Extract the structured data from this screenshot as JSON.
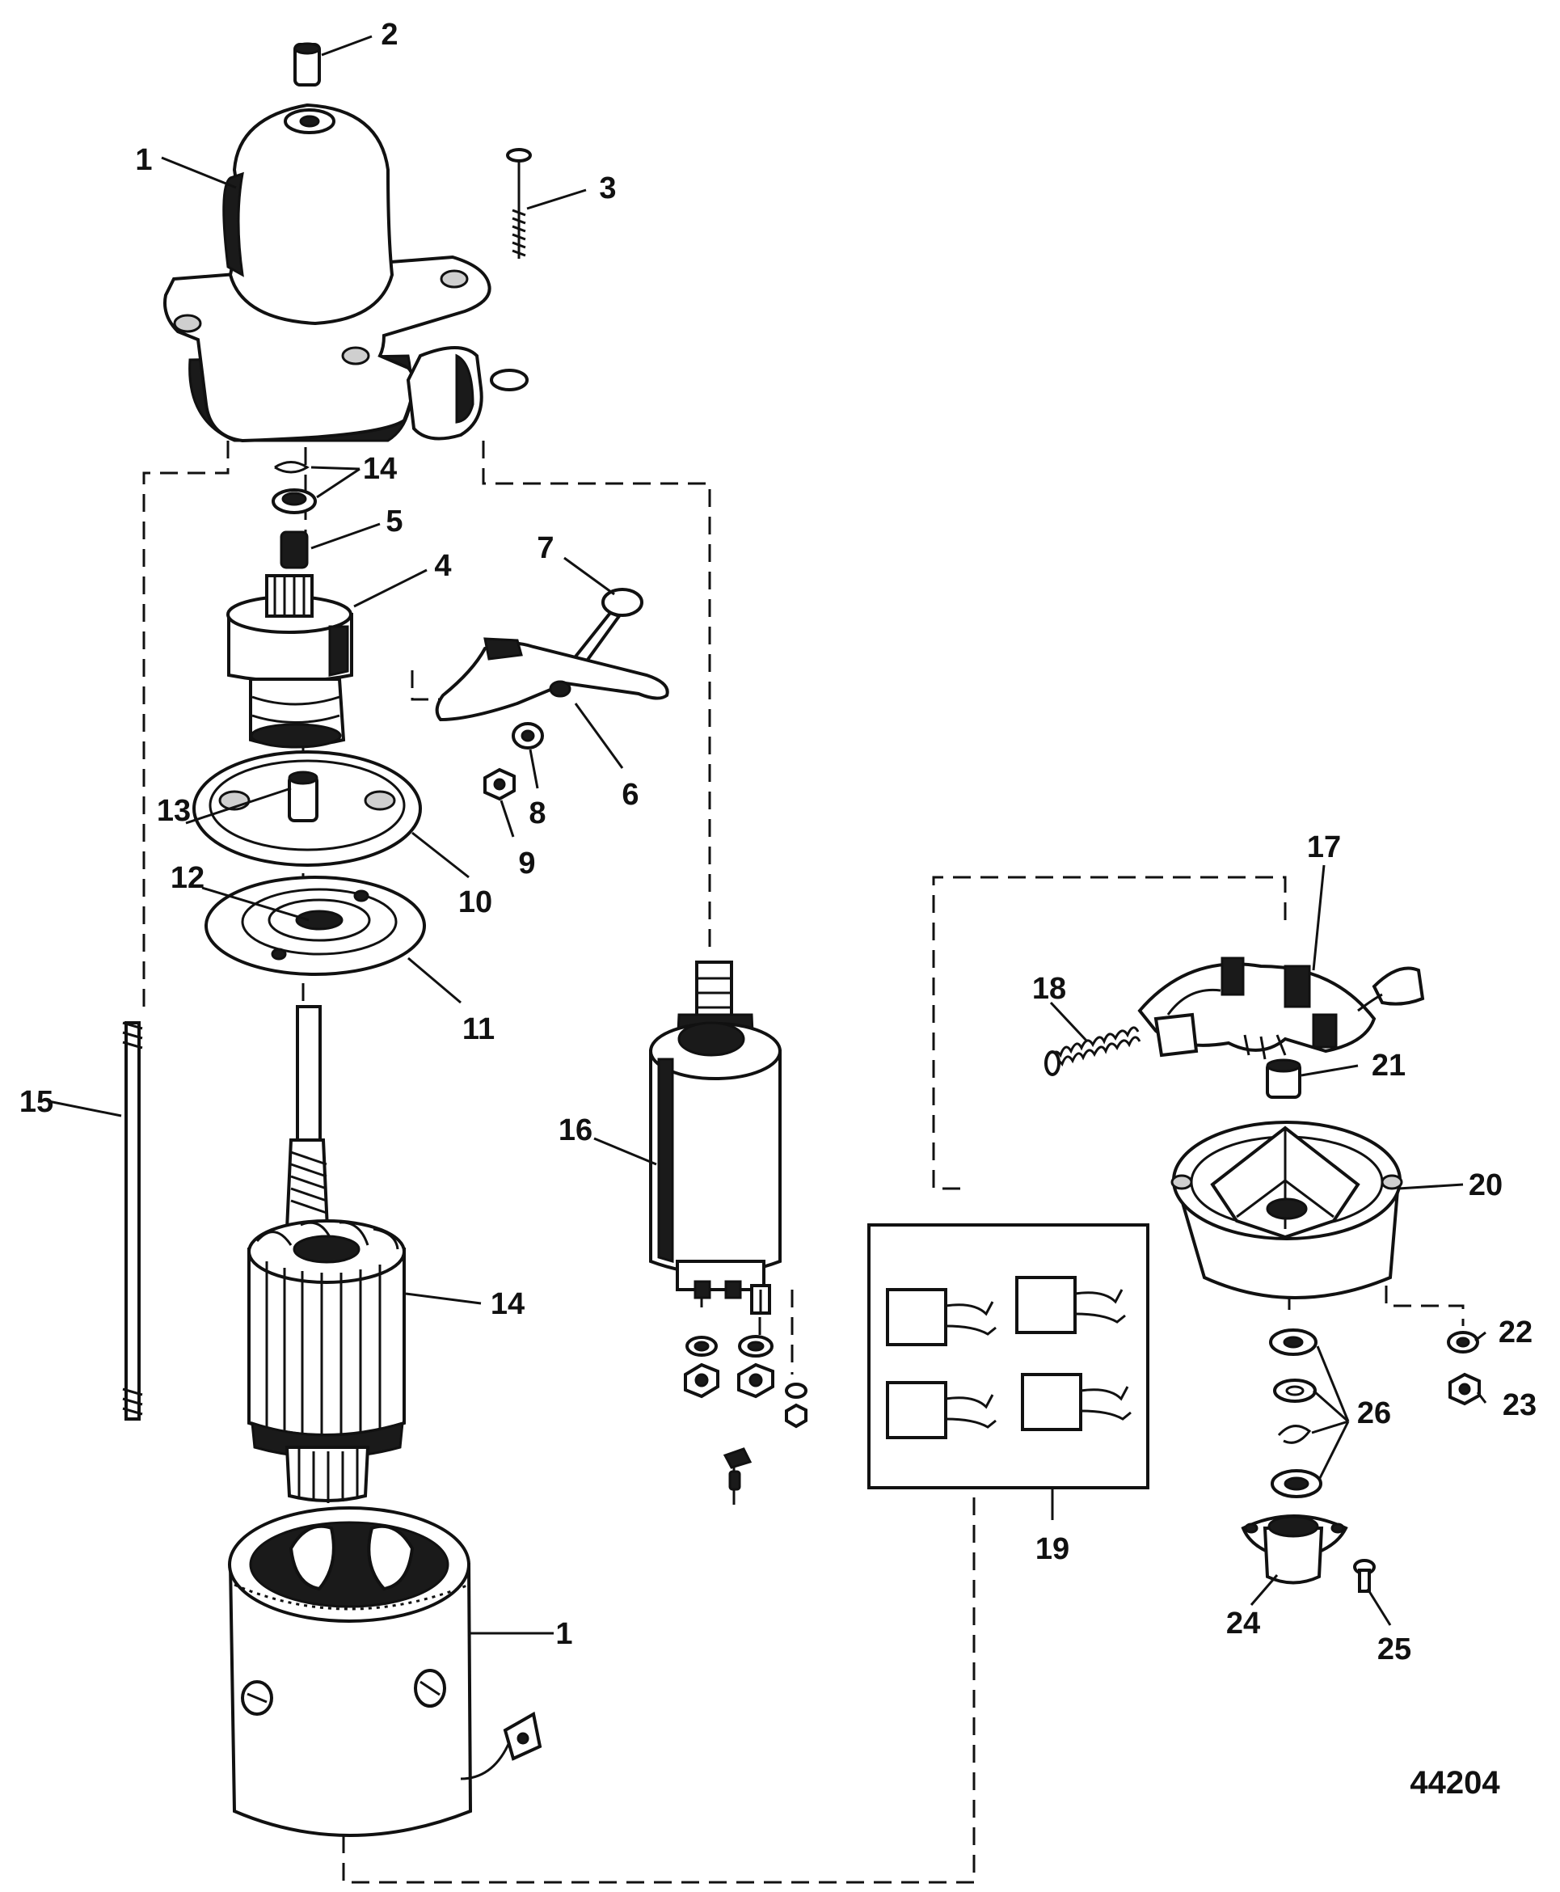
{
  "labels": {
    "p1_housing": "1",
    "p2_bushing": "2",
    "p3_screw": "3",
    "p14_top": "14",
    "p5_bushing": "5",
    "p4_drive": "4",
    "p7_pivot": "7",
    "p6_lever": "6",
    "p8_washer": "8",
    "p9_nut": "9",
    "p13_stop": "13",
    "p10_plate": "10",
    "p12_seal": "12",
    "p11_plate": "11",
    "p15_bolt": "15",
    "p16_solenoid": "16",
    "p14_armature": "14",
    "p1_frame": "1",
    "p17_holder": "17",
    "p18_spring": "18",
    "p21_bushing": "21",
    "p20_endcap": "20",
    "p19_brushkit": "19",
    "p22_washer": "22",
    "p23_nut": "23",
    "p26_washers": "26",
    "p24_cap": "24",
    "p25_screw": "25"
  },
  "figure_number": "44204"
}
